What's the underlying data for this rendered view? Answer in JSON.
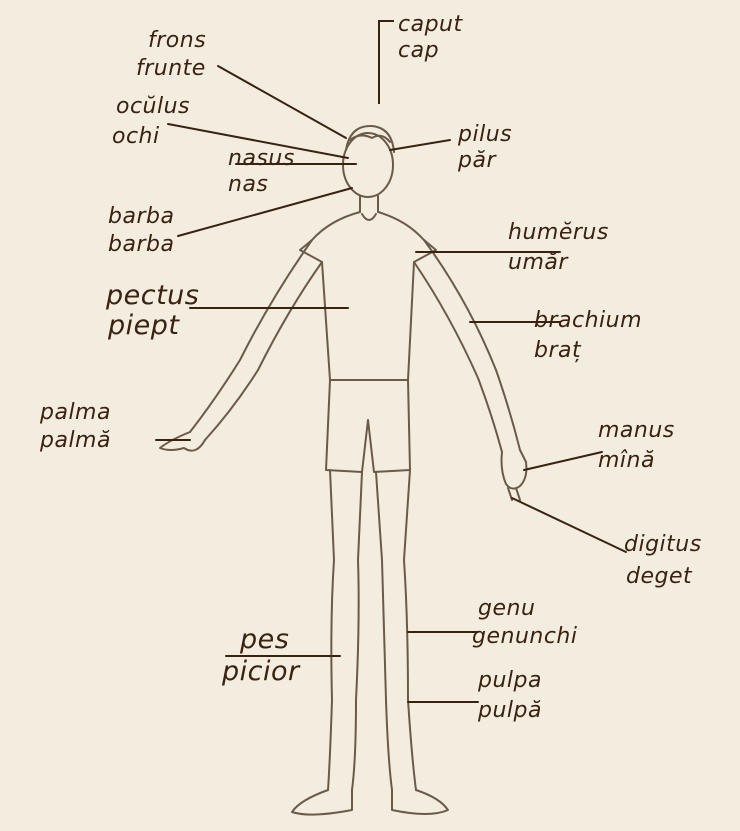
{
  "labels": {
    "caput": "caput",
    "cap": "cap",
    "frons": "frons",
    "frunte": "frunte",
    "oculus": "ocŭlus",
    "ochi": "ochi",
    "pilus": "pilus",
    "par": "păr",
    "nasus": "nasus",
    "nas": "nas",
    "barba_la": "barba",
    "barba_ro": "barba",
    "humerus": "humĕrus",
    "umar": "umăr",
    "pectus": "pectus",
    "piept": "piept",
    "brachium": "brachium",
    "brat": "braț",
    "palma_la": "palma",
    "palma_ro": "palmă",
    "manus": "manus",
    "mina": "mînă",
    "digitus": "digitus",
    "deget": "deget",
    "genu": "genu",
    "genunchi": "genunchi",
    "pes": "pes",
    "picior": "picior",
    "pulpa_la": "pulpa",
    "pulpa_ro": "pulpă"
  },
  "colors": {
    "background": "#f3ede0",
    "ink": "#3a2110",
    "figure": "#6b5a48"
  }
}
